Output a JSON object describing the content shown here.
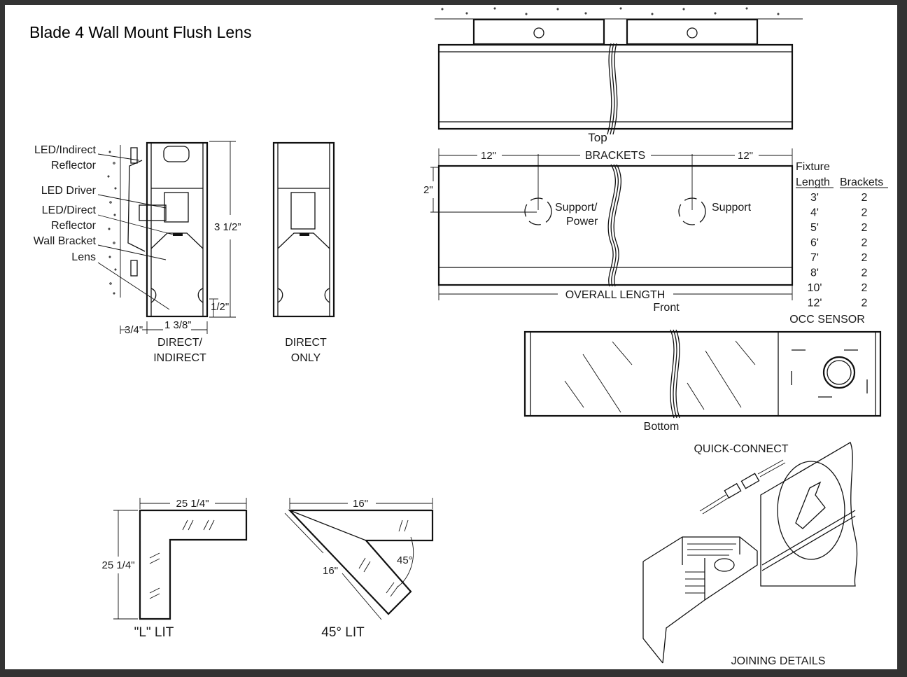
{
  "title": "Blade 4 Wall Mount Flush Lens",
  "section": {
    "labels": {
      "led_indirect": [
        "LED/Indirect",
        "Reflector"
      ],
      "led_driver": "LED Driver",
      "led_direct": [
        "LED/Direct",
        "Reflector"
      ],
      "wall_bracket": "Wall Bracket",
      "lens": "Lens"
    },
    "dims": {
      "height": "3 1/2”",
      "lip": "1/2\"",
      "wall_offset": "3/4\"",
      "width": "1 3/8”"
    },
    "captions": {
      "direct_indirect": [
        "DIRECT/",
        "INDIRECT"
      ],
      "direct_only": [
        "DIRECT",
        "ONLY"
      ]
    }
  },
  "top_view": {
    "label": "Top"
  },
  "front_view": {
    "brackets_label": "BRACKETS",
    "left_dim": "12\"",
    "right_dim": "12\"",
    "vert_dim": "2\"",
    "support_power": [
      "Support/",
      "Power"
    ],
    "support": "Support",
    "overall_length": "OVERALL LENGTH",
    "label": "Front"
  },
  "bracket_table": {
    "headers": [
      [
        "Fixture",
        "Length"
      ],
      [
        "Brackets"
      ]
    ],
    "rows": [
      {
        "length": "3'",
        "brackets": "2"
      },
      {
        "length": "4'",
        "brackets": "2"
      },
      {
        "length": "5'",
        "brackets": "2"
      },
      {
        "length": "6'",
        "brackets": "2"
      },
      {
        "length": "7'",
        "brackets": "2"
      },
      {
        "length": "8'",
        "brackets": "2"
      },
      {
        "length": "10'",
        "brackets": "2"
      },
      {
        "length": "12'",
        "brackets": "2"
      }
    ]
  },
  "bottom_view": {
    "sensor_label": "OCC SENSOR",
    "label": "Bottom"
  },
  "corners": {
    "l_lit": {
      "dim_top": "25 1/4\"",
      "dim_side": "25 1/4\"",
      "caption": "\"L\" LIT"
    },
    "lit45": {
      "dim_top": "16\"",
      "dim_side": "16\"",
      "angle": "45°",
      "caption": "45° LIT"
    }
  },
  "joining": {
    "quick_connect": "QUICK-CONNECT",
    "caption": "JOINING DETAILS"
  },
  "colors": {
    "frame": "#333333",
    "sheet": "#ffffff",
    "ink": "#111111"
  }
}
